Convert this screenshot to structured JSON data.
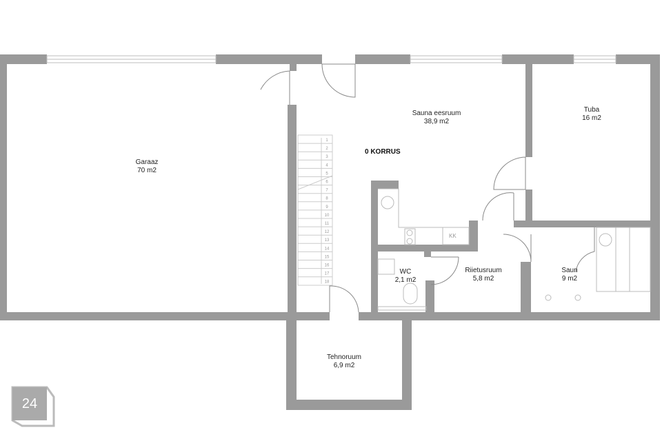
{
  "floor_title": "0 KORRUS",
  "rooms": [
    {
      "name": "Garaaz",
      "area": "70 m2"
    },
    {
      "name": "Sauna eesruum",
      "area": "38,9 m2"
    },
    {
      "name": "Tuba",
      "area": "16 m2"
    },
    {
      "name": "WC",
      "area": "2,1 m2"
    },
    {
      "name": "Riietusruum",
      "area": "5,8 m2"
    },
    {
      "name": "Saun",
      "area": "9 m2"
    },
    {
      "name": "Tehnoruum",
      "area": "6,9 m2"
    }
  ],
  "kitchen_label": "KK",
  "stair_steps": [
    "1",
    "2",
    "3",
    "4",
    "5",
    "6",
    "7",
    "8",
    "9",
    "10",
    "11",
    "12",
    "13",
    "14",
    "15",
    "16",
    "17",
    "18"
  ],
  "page_badge": "24",
  "colors": {
    "wall": "#9a9a9a",
    "line": "#bdbdbd"
  }
}
